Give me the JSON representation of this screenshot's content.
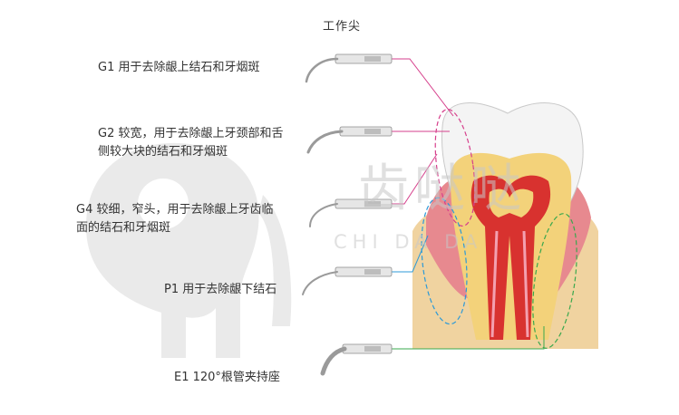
{
  "title": "工作尖",
  "watermark": {
    "cn": "齿哒哒",
    "en": "CHI DA DA"
  },
  "tips": [
    {
      "id": "G1",
      "lines": [
        "G1 用于去除龈上结石和牙烟斑"
      ],
      "color": "#d63f8c"
    },
    {
      "id": "G2",
      "lines": [
        "G2 较宽，用于去除龈上牙颈部和舌",
        "侧较大块的结石和牙烟斑"
      ],
      "color": "#d63f8c"
    },
    {
      "id": "G4",
      "lines": [
        "G4 较细，窄头，用于去除龈上牙齿临",
        "面的结石和牙烟斑"
      ],
      "color": "#d63f8c"
    },
    {
      "id": "P1",
      "lines": [
        "P1 用于去除龈下结石"
      ],
      "color": "#2c9ad8"
    },
    {
      "id": "E1",
      "lines": [
        "E1 120°根管夹持座"
      ],
      "color": "#3aa84e"
    }
  ],
  "colors": {
    "enamel": "#f4f4f4",
    "dentin": "#f3d27a",
    "pulp": "#d8322f",
    "gum": "#e7898f",
    "bone": "#f0d3a0"
  }
}
